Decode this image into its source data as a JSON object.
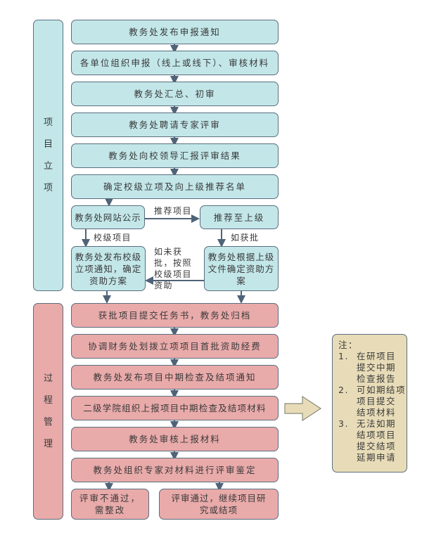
{
  "phases": {
    "initiation": "项目立项",
    "management": "过程管理"
  },
  "steps_initiation": [
    "教务处发布申报通知",
    "各单位组织申报（线上或线下）、审核材料",
    "教务处汇总、初审",
    "教务处聘请专家评审",
    "教务处向校领导汇报评审结果",
    "确定校级立项及向上级推荐名单"
  ],
  "branch": {
    "publicize": "教务处网站公示",
    "recommend_upper": "推荐至上级",
    "recommend_label": "推荐项目",
    "school_label": "校级项目",
    "approved_label": "如获批",
    "not_approved_label": "如未获批，按照校级项目资助",
    "school_notice": "教务处发布校级立项通知，确定资助方案",
    "upper_funding": "教务处根据上级文件确定资助方案"
  },
  "steps_management": [
    "获批项目提交任务书，教务处归档",
    "协调财务处划拨立项项目首批资助经费",
    "教务处发布项目中期检查及结项通知",
    "二级学院组织上报项目中期检查及结项材料",
    "教务处审核上报材料",
    "教务处组织专家对材料进行评审鉴定"
  ],
  "outcomes": {
    "fail": "评审不通过，需整改",
    "pass": "评审通过，继续项目研究或结项"
  },
  "note": {
    "title": "注：",
    "items": [
      {
        "num": "1.",
        "lines": [
          "在研项目",
          "提交中期",
          "检查报告"
        ]
      },
      {
        "num": "2.",
        "lines": [
          "可如期结项",
          "项目提交",
          "结项材料"
        ]
      },
      {
        "num": "3.",
        "lines": [
          "无法如期",
          "结项项目",
          "提交结项",
          "延期申请"
        ]
      }
    ]
  },
  "colors": {
    "initiation_fill": "#c3e7e9",
    "management_fill": "#e9aaaa",
    "note_fill": "#e8dcb8",
    "border": "#5a6e7e",
    "arrow": "#4f6378"
  }
}
